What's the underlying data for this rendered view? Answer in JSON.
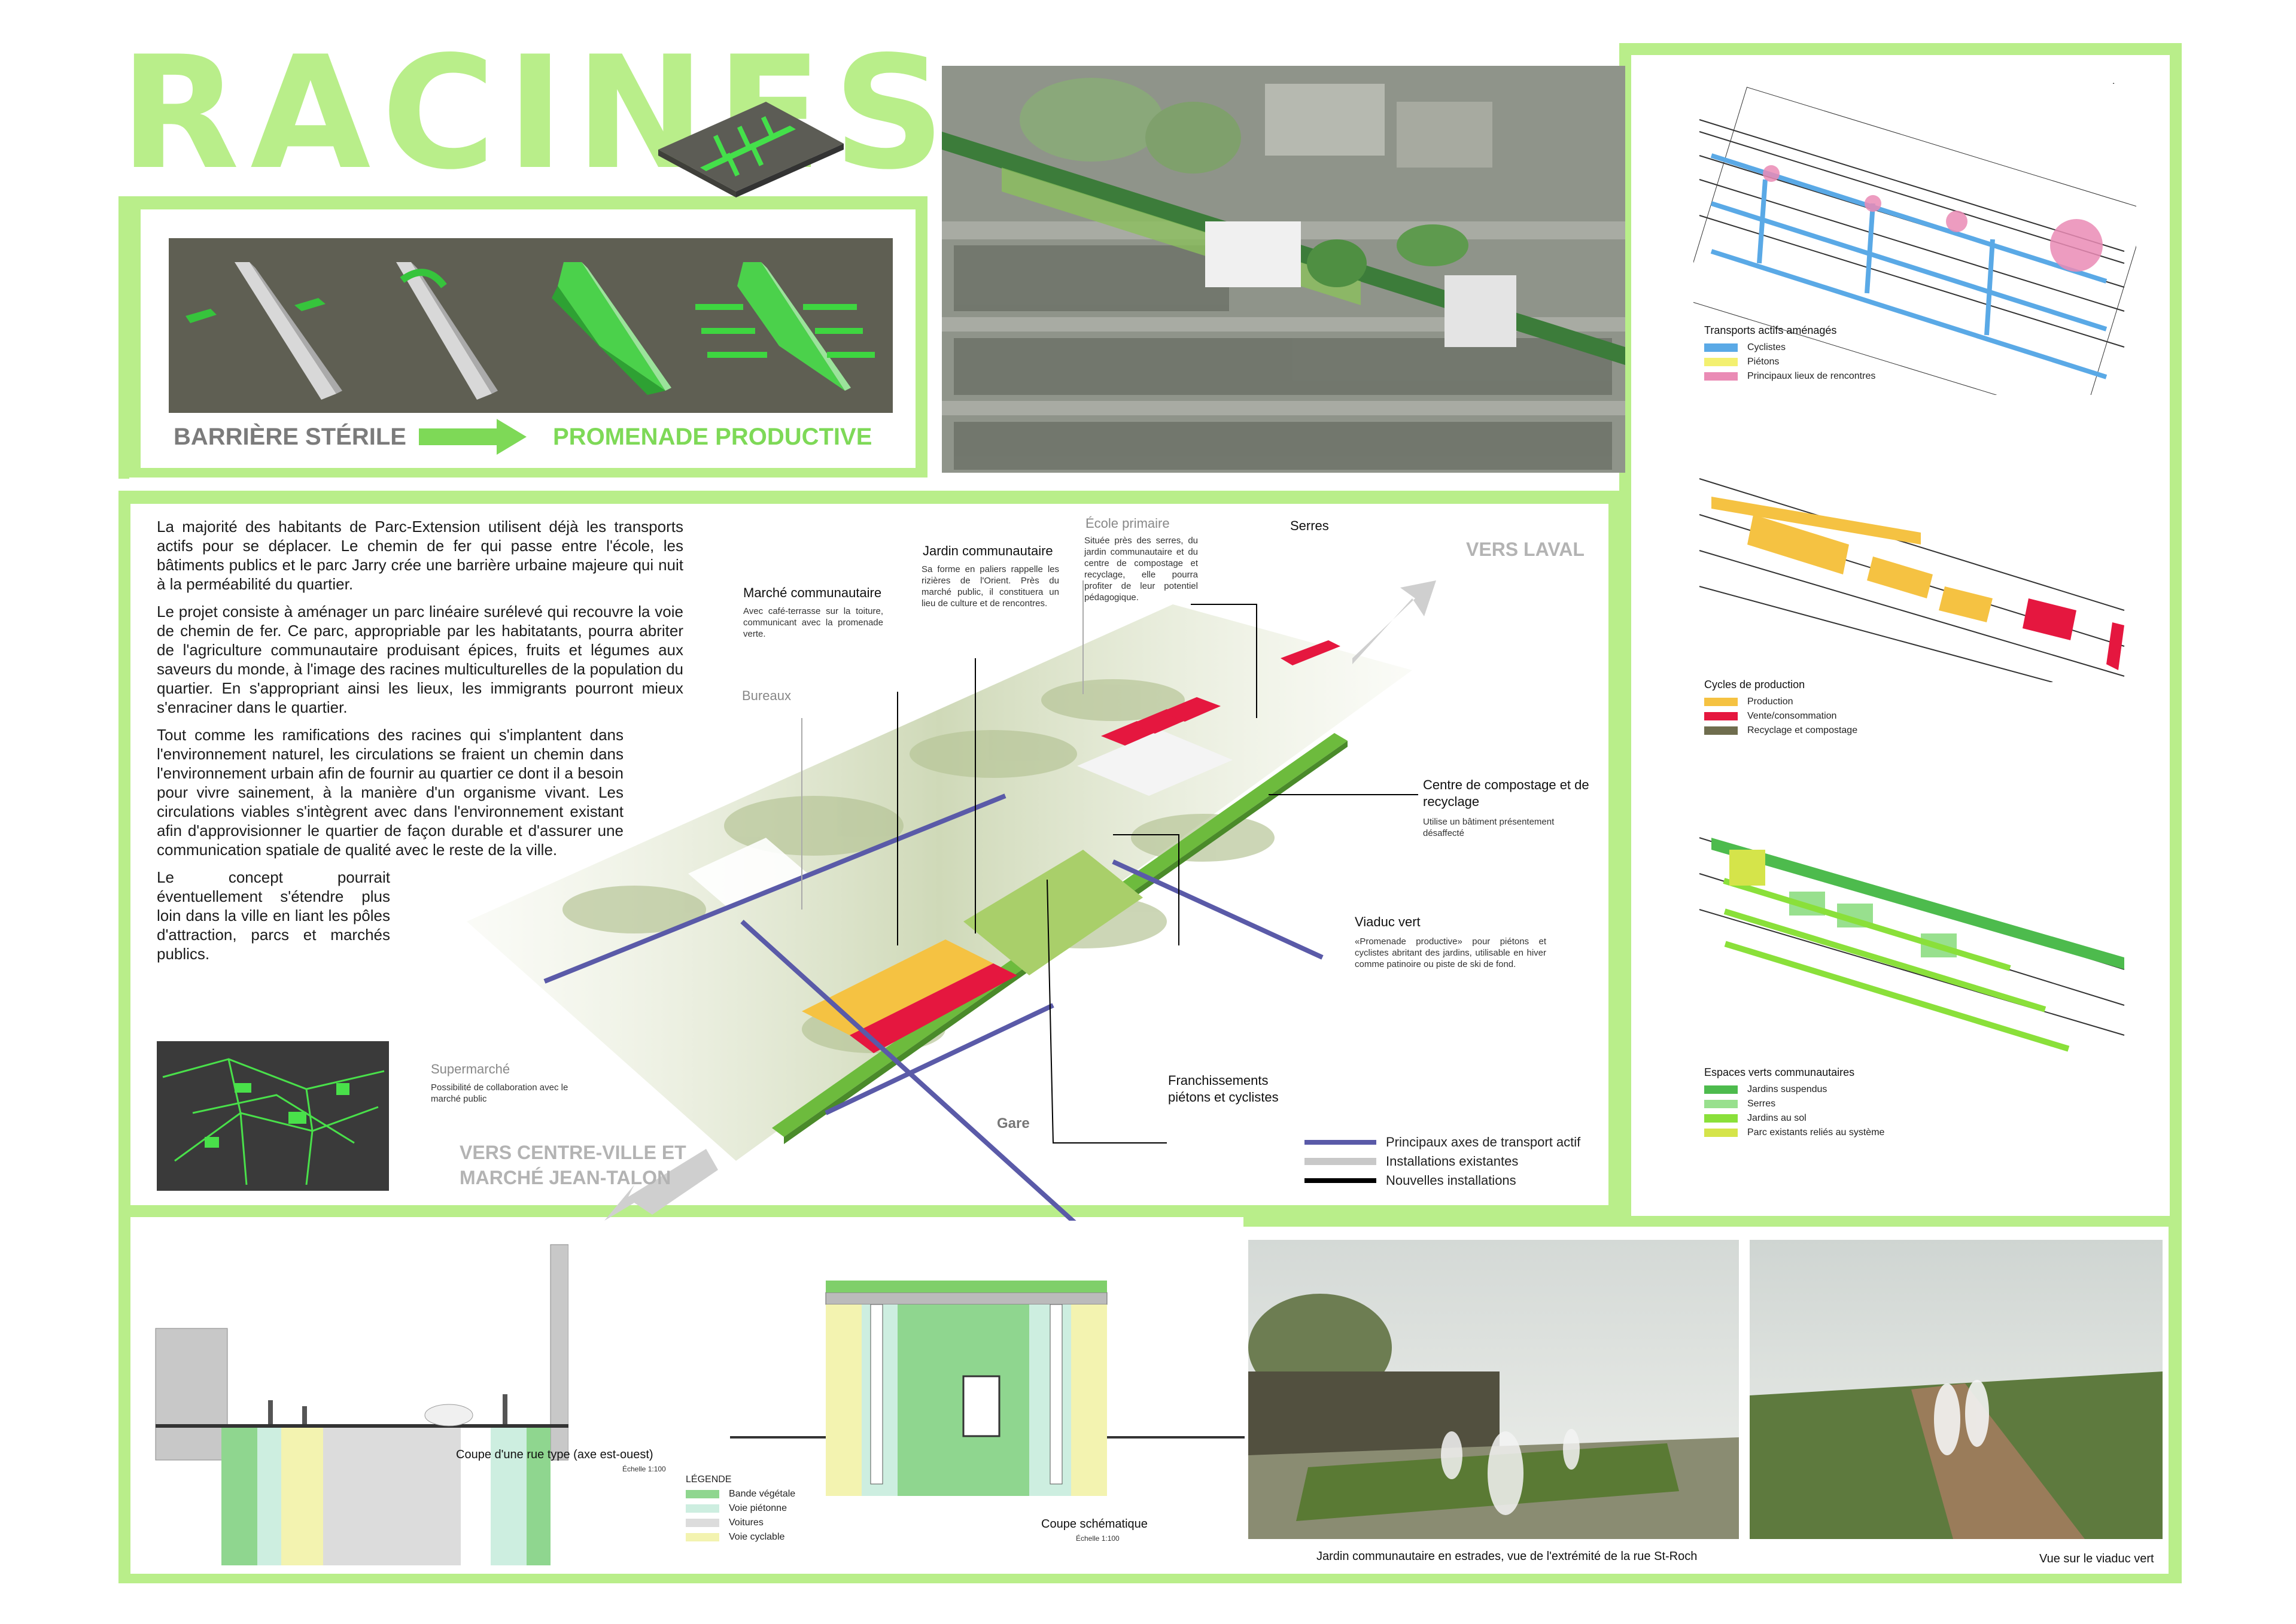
{
  "title": "RACINES",
  "concept": {
    "left_label": "BARRIÈRE STÉRILE",
    "right_label": "PROMENADE PRODUCTIVE",
    "colors": {
      "grey_label": "#7b7b7b",
      "green_label": "#7ed957",
      "bg": "#6b6b5f"
    }
  },
  "text": {
    "p1": "La majorité des habitants de Parc-Extension utilisent déjà les transports actifs pour se déplacer. Le chemin de fer qui passe entre l'école, les bâtiments publics et le parc Jarry crée une barrière urbaine majeure qui nuit à la perméabilité du quartier.",
    "p2": "Le projet consiste à aménager un parc linéaire surélevé qui recouvre la voie de chemin de fer. Ce parc, appropriable par les habitatants, pourra abriter de l'agriculture communautaire produisant épices, fruits et légumes aux saveurs du monde, à l'image des racines multiculturelles de la population du quartier. En s'appropriant ainsi les lieux, les immigrants pourront mieux s'enraciner dans le quartier.",
    "p3": "Tout comme les ramifications des racines qui s'implantent dans l'environnement naturel, les circulations se fraient un chemin dans l'environnement urbain afin de fournir au quartier ce dont il a besoin pour vivre sainement, à la manière d'un organisme vivant. Les circulations viables s'intègrent avec dans l'environnement existant afin d'approvisionner le quartier de façon durable et d'assurer une communication spatiale de qualité avec le reste de la ville.",
    "p4": "Le concept pourrait éventuellement s'étendre plus loin dans la ville en liant les pôles d'attraction, parcs et marchés publics."
  },
  "axo": {
    "vers_laval": "VERS LAVAL",
    "vers_centre_line1": "VERS CENTRE-VILLE ET",
    "vers_centre_line2": "MARCHÉ JEAN-TALON",
    "marche_title": "Marché communautaire",
    "marche_desc": "Avec café-terrasse sur la toiture, communicant avec la promenade verte.",
    "jardin_title": "Jardin communautaire",
    "jardin_desc": "Sa forme en paliers rappelle les rizières de l'Orient. Près du marché public, il constituera un lieu de culture et de rencontres.",
    "ecole_title": "École primaire",
    "ecole_desc": "Située près des serres, du jardin communautaire et du centre de compostage et recyclage, elle pourra profiter de leur potentiel pédagogique.",
    "serres_title": "Serres",
    "bureaux_title": "Bureaux",
    "compost_title": "Centre de compostage et de recyclage",
    "compost_desc": "Utilise un bâtiment présentement désaffecté",
    "viaduc_title": "Viaduc vert",
    "viaduc_desc": "«Promenade productive» pour piétons et cyclistes abritant des jardins, utilisable en hiver comme patinoire ou piste de ski de fond.",
    "supermarche_title": "Supermarché",
    "supermarche_desc": "Possibilité de collaboration avec le marché public",
    "franchissements_title": "Franchissements piétons et cyclistes",
    "gare_title": "Gare",
    "legend": [
      {
        "label": "Principaux axes de transport actif",
        "color": "#5a5aa8"
      },
      {
        "label": "Installations existantes",
        "color": "#c8c8c8"
      },
      {
        "label": "Nouvelles installations",
        "color": "#000000"
      }
    ]
  },
  "maps": {
    "north": "N",
    "map1_title": "Transports actifs aménagés",
    "map1_legend": [
      {
        "label": "Cyclistes",
        "color": "#5aa9e6"
      },
      {
        "label": "Piétons",
        "color": "#f3f070"
      },
      {
        "label": "Principaux lieux de rencontres",
        "color": "#ea8bb5"
      }
    ],
    "map2_title": "Cycles de production",
    "map2_legend": [
      {
        "label": "Production",
        "color": "#f5c242"
      },
      {
        "label": "Vente/consommation",
        "color": "#e5173f"
      },
      {
        "label": "Recyclage et compostage",
        "color": "#6f6d4e"
      }
    ],
    "map3_title": "Espaces verts communautaires",
    "map3_legend": [
      {
        "label": "Jardins suspendus",
        "color": "#4dbb4d"
      },
      {
        "label": "Serres",
        "color": "#98e08e"
      },
      {
        "label": "Jardins au sol",
        "color": "#8ae03a"
      },
      {
        "label": "Parc existants reliés au système",
        "color": "#d5e44a"
      }
    ]
  },
  "sections": {
    "coupe_rue_title": "Coupe d'une rue type (axe est-ouest)",
    "coupe_rue_scale": "Échelle 1:100",
    "legende_title": "LÉGENDE",
    "legende": [
      {
        "label": "Bande végétale",
        "color": "#8fd68f"
      },
      {
        "label": "Voie piétonne",
        "color": "#cdeee0"
      },
      {
        "label": "Voitures",
        "color": "#dcdcdc"
      },
      {
        "label": "Voie cyclable",
        "color": "#f3f3b0"
      }
    ],
    "coupe_schema_title": "Coupe schématique",
    "coupe_schema_scale": "Échelle 1:100"
  },
  "photos": {
    "photo1_caption": "Jardin communautaire en estrades, vue de l'extrémité de la rue St-Roch",
    "photo2_caption": "Vue sur le viaduc vert"
  }
}
